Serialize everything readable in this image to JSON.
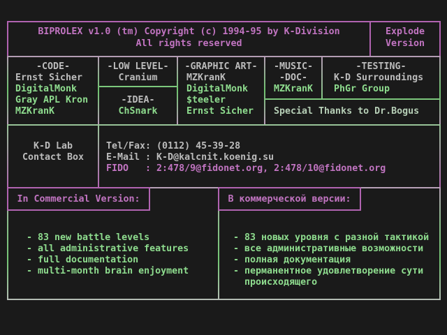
{
  "title_box": {
    "line1": "BIPROLEX v1.0 (tm) Copyright (c) 1994-95 by K-Division",
    "line2": "All rights reserved"
  },
  "version_box": {
    "line1": "Explode",
    "line2": "Version"
  },
  "credits": {
    "code": {
      "header": "-CODE-",
      "names": [
        "Ernst Sicher",
        "DigitalMonk",
        "Gray APL Kron",
        "MZKranK"
      ]
    },
    "low_level": {
      "header": "-LOW LEVEL-",
      "names": [
        "Cranium"
      ]
    },
    "idea": {
      "header": "-IDEA-",
      "names": [
        "ChSnark"
      ]
    },
    "graphic_art": {
      "header": "-GRAPHIC ART-",
      "names": [
        "MZKranK",
        "DigitalMonk",
        "$teeler",
        "Ernst Sicher"
      ]
    },
    "music_doc": {
      "header_music": "-MUSIC-",
      "header_doc": "-DOC-",
      "names": [
        "MZKranK"
      ]
    },
    "testing": {
      "header": "-TESTING-",
      "names": [
        "K-D Surroundings",
        "PhGr Group"
      ]
    },
    "special_thanks": "Special Thanks to Dr.Bogus"
  },
  "contact": {
    "label_line1": "K-D Lab",
    "label_line2": "Contact Box",
    "tel_fax": "Tel/Fax: (0112) 45-39-28",
    "email": "E-Mail : K-D@kalcnit.koenig.su",
    "fido": "FIDO   : 2:478/9@fidonet.org, 2:478/10@fidonet.org"
  },
  "commercial_en": {
    "header": "In Commercial Version:",
    "lines": [
      "- 83 new battle levels",
      "- all administrative features",
      "- full documentation",
      "- multi-month brain enjoyment"
    ]
  },
  "commercial_ru": {
    "header": "В коммерческой версии:",
    "lines": [
      "- 83 новых уровня с разной тактикой",
      "- все административные возможности",
      "- полная документация",
      "- перманентное удовлетворение сути",
      "  происходящего"
    ]
  },
  "colors": {
    "background": "#1a1a1a",
    "pink_text": "#c174c1",
    "gray_text": "#bcbcbc",
    "green_text": "#8edc8e",
    "border_pink": "#b163b1",
    "border_green": "#6fc46f",
    "border_light": "#b4bcb4"
  }
}
